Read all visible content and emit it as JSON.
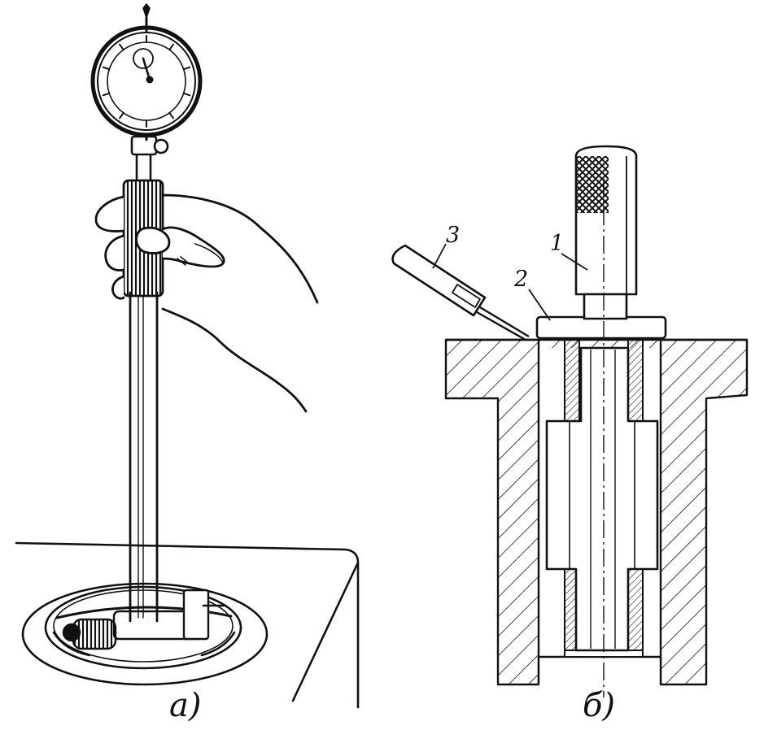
{
  "figure": {
    "panel_a": {
      "caption": "a)"
    },
    "panel_b": {
      "caption": "б)",
      "callouts": [
        {
          "label": "1"
        },
        {
          "label": "2"
        },
        {
          "label": "3"
        }
      ]
    }
  },
  "colors": {
    "ink": "#111111",
    "paper": "#ffffff"
  },
  "icons": [
    "dial-indicator-icon",
    "hand-icon",
    "feeler-gauge-icon"
  ]
}
